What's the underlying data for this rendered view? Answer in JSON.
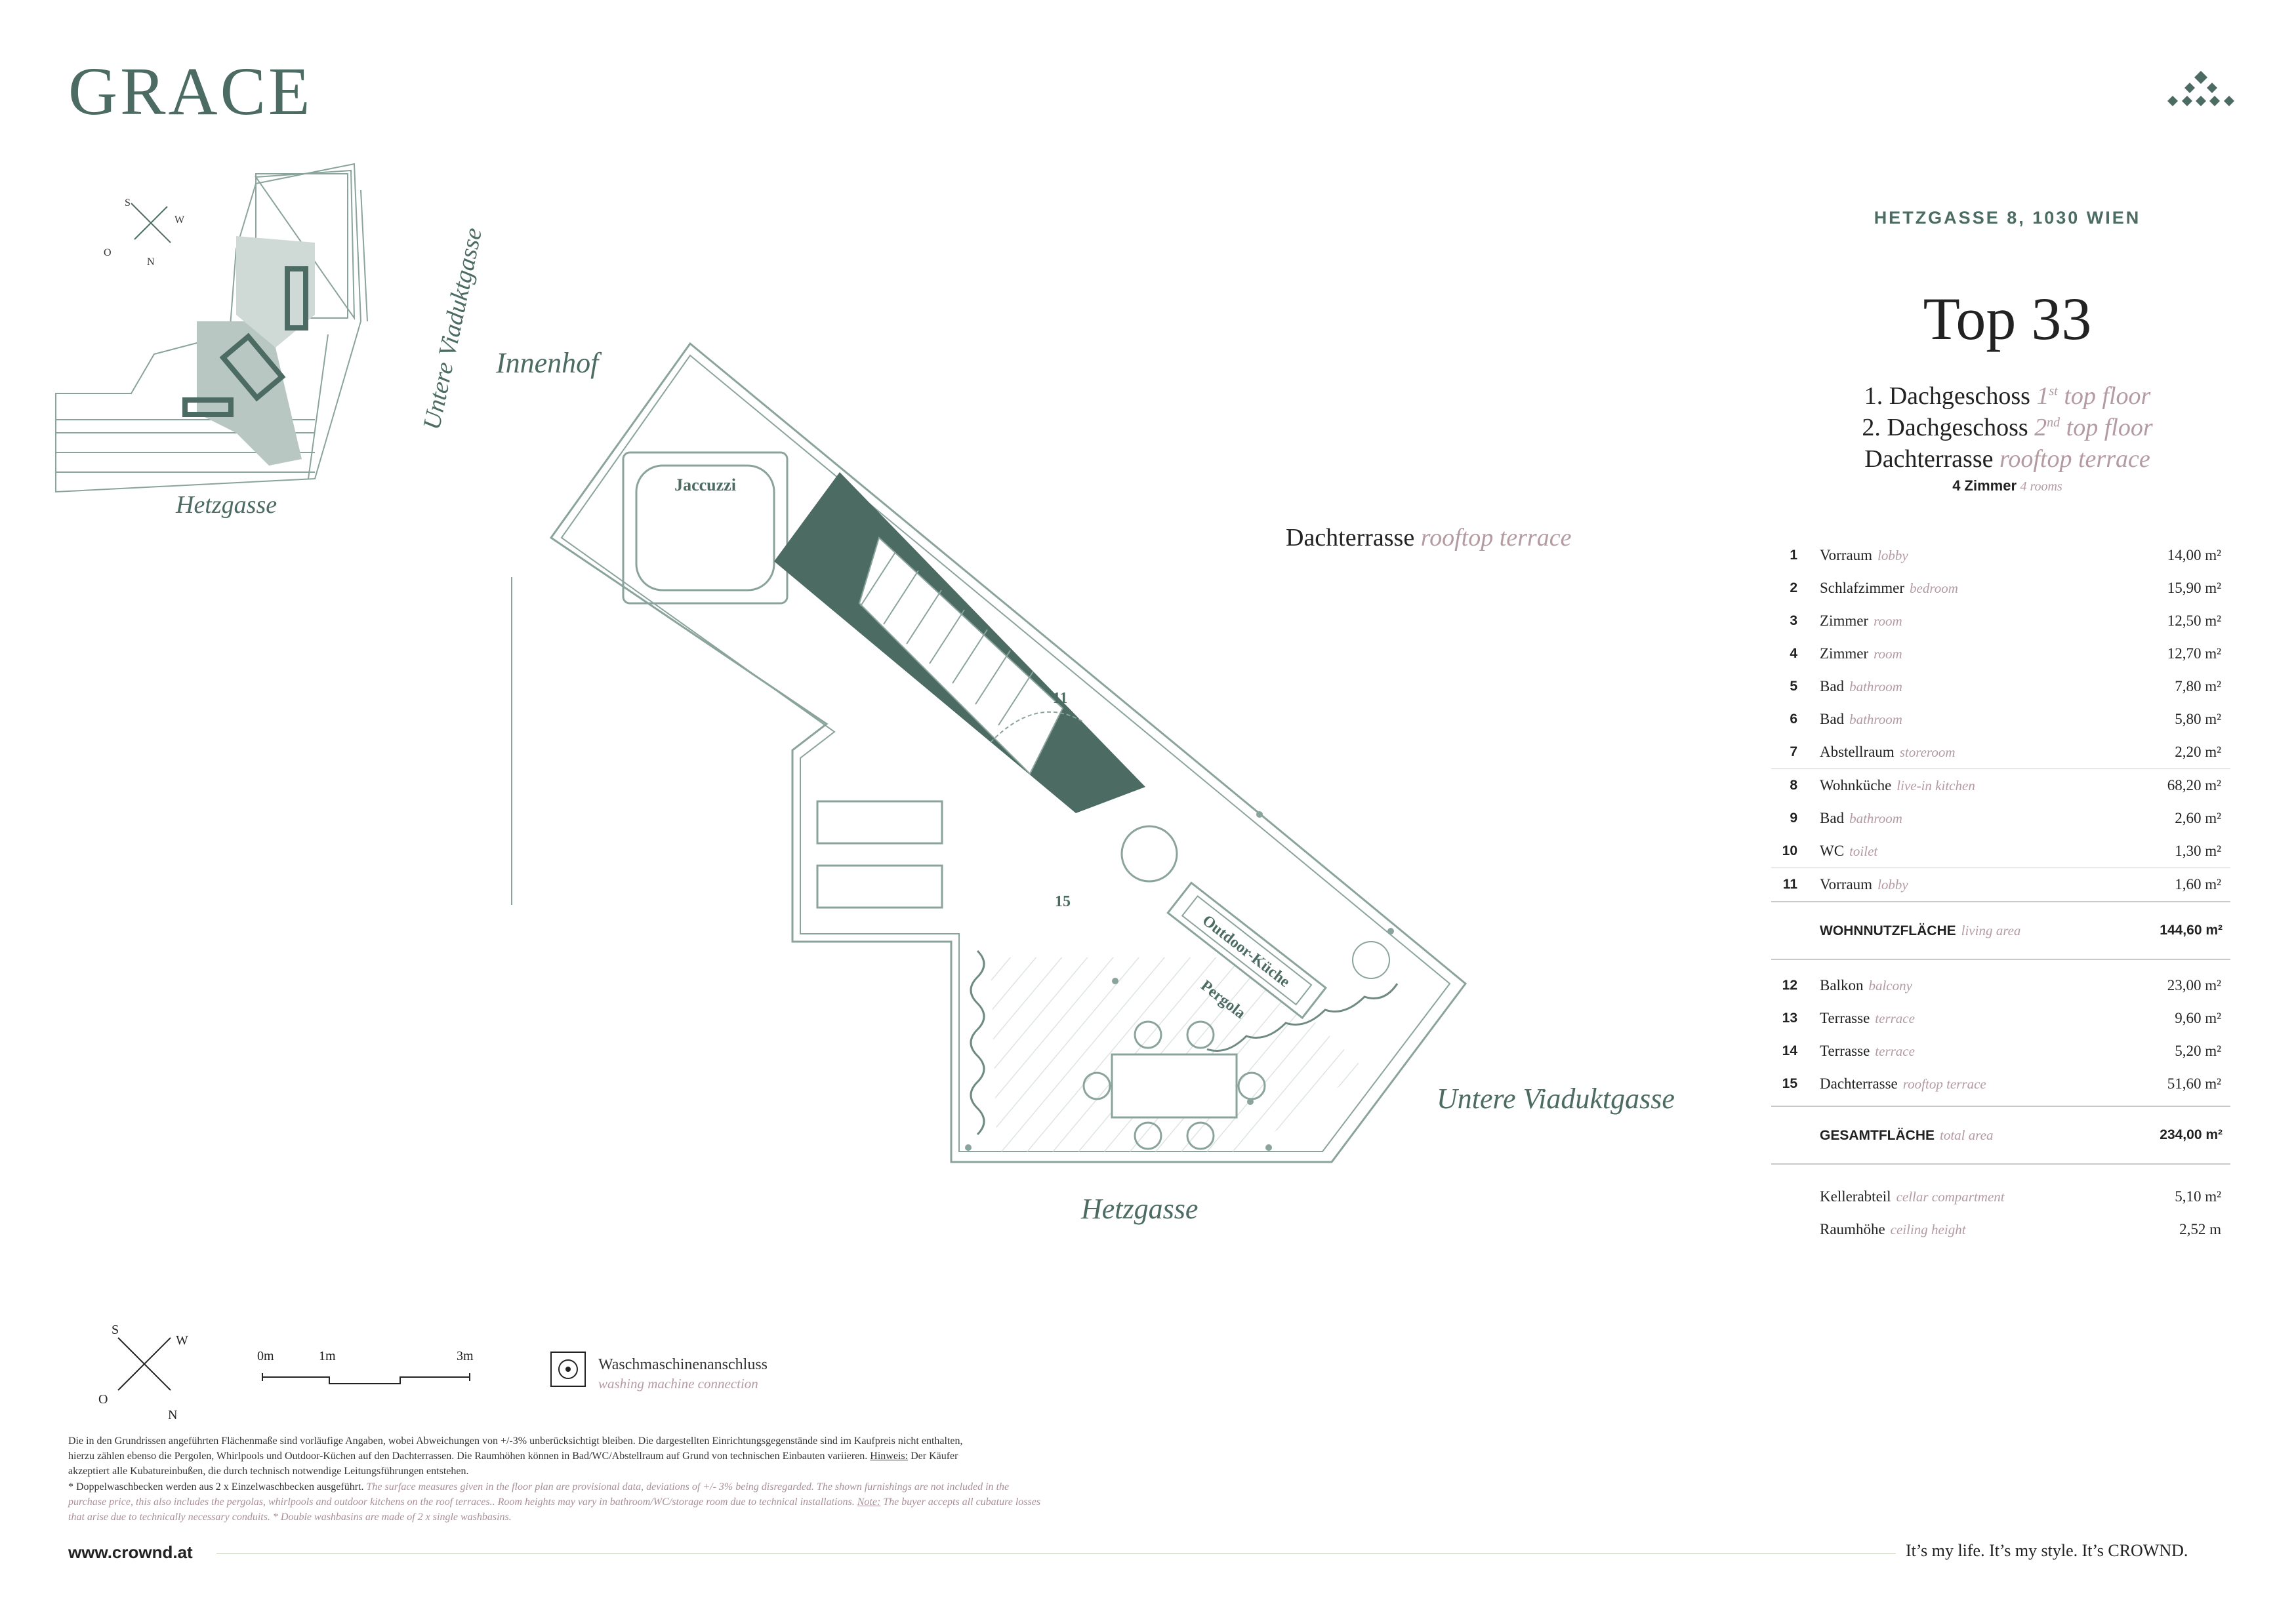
{
  "brand": {
    "name": "GRACE"
  },
  "header": {
    "address": "HETZGASSE 8, 1030 WIEN",
    "unit": "Top 33",
    "floors": [
      {
        "de": "1. Dachgeschoss",
        "en_sup": "st",
        "en_pre": "1",
        "en_post": " top floor"
      },
      {
        "de": "2. Dachgeschoss",
        "en_sup": "nd",
        "en_pre": "2",
        "en_post": " top floor"
      },
      {
        "de": "Dachterrasse",
        "en_full": "rooftop terrace"
      }
    ],
    "rooms_de": "4 Zimmer",
    "rooms_en": "4 rooms"
  },
  "rooms": [
    {
      "num": "1",
      "de": "Vorraum",
      "en": "lobby",
      "area": "14,00 m²"
    },
    {
      "num": "2",
      "de": "Schlafzimmer",
      "en": "bedroom",
      "area": "15,90 m²"
    },
    {
      "num": "3",
      "de": "Zimmer",
      "en": "room",
      "area": "12,50 m²"
    },
    {
      "num": "4",
      "de": "Zimmer",
      "en": "room",
      "area": "12,70 m²"
    },
    {
      "num": "5",
      "de": "Bad",
      "en": "bathroom",
      "area": "7,80 m²"
    },
    {
      "num": "6",
      "de": "Bad",
      "en": "bathroom",
      "area": "5,80 m²"
    },
    {
      "num": "7",
      "de": "Abstellraum",
      "en": "storeroom",
      "area": "2,20 m²"
    },
    {
      "num": "8",
      "de": "Wohnküche",
      "en": "live-in kitchen",
      "area": "68,20 m²"
    },
    {
      "num": "9",
      "de": "Bad",
      "en": "bathroom",
      "area": "2,60 m²"
    },
    {
      "num": "10",
      "de": "WC",
      "en": "toilet",
      "area": "1,30 m²"
    },
    {
      "num": "11",
      "de": "Vorraum",
      "en": "lobby",
      "area": "1,60 m²"
    }
  ],
  "living_area": {
    "de": "WOHNNUTZFLÄCHE",
    "en": "living area",
    "value": "144,60 m²"
  },
  "outdoor": [
    {
      "num": "12",
      "de": "Balkon",
      "en": "balcony",
      "area": "23,00 m²"
    },
    {
      "num": "13",
      "de": "Terrasse",
      "en": "terrace",
      "area": "9,60 m²"
    },
    {
      "num": "14",
      "de": "Terrasse",
      "en": "terrace",
      "area": "5,20 m²"
    },
    {
      "num": "15",
      "de": "Dachterrasse",
      "en": "rooftop terrace",
      "area": "51,60 m²"
    }
  ],
  "total_area": {
    "de": "GESAMTFLÄCHE",
    "en": "total area",
    "value": "234,00 m²"
  },
  "extras": [
    {
      "de": "Kellerabteil",
      "en": "cellar compartment",
      "value": "5,10 m²"
    },
    {
      "de": "Raumhöhe",
      "en": "ceiling height",
      "value": "2,52 m"
    }
  ],
  "plan": {
    "innenhof": "Innenhof",
    "hetzgasse": "Hetzgasse",
    "viadukt": "Untere Viaduktgasse",
    "dachterrasse_de": "Dachterrasse",
    "dachterrasse_en": "rooftop terrace",
    "jaccuzzi": "Jaccuzzi",
    "room_11": "11",
    "room_15": "15",
    "outdoor_kitchen": "Outdoor-Küche",
    "pergola": "Pergola"
  },
  "compass": {
    "s": "S",
    "w": "W",
    "o": "O",
    "n": "N"
  },
  "scale": {
    "m0": "0m",
    "m1": "1m",
    "m3": "3m"
  },
  "legend": {
    "wm_de": "Waschmaschinenanschluss",
    "wm_en": "washing machine connection"
  },
  "disclaimer": {
    "de1": "Die in den Grundrissen angeführten Flächenmaße sind vorläufige Angaben, wobei Abweichungen von +/-3% unberücksichtigt bleiben. Die dargestellten Einrichtungsgegenstände sind im Kaufpreis nicht enthalten,",
    "de2": "hierzu zählen ebenso die Pergolen, Whirlpools und Outdoor-Küchen auf den Dachterrassen. Die Raumhöhen können in Bad/WC/Abstellraum auf Grund von technischen Einbauten variieren.",
    "de2_hint": "Hinweis:",
    "de2_end": " Der Käufer",
    "de3": "akzeptiert alle Kubatureinbußen, die durch technisch notwendige Leitungsführungen entstehen.",
    "de4": "* Doppelwaschbecken werden aus 2 x Einzelwaschbecken ausgeführt.",
    "en4": " The surface measures given in the floor plan are provisional data, deviations of +/- 3% being disregarded. The shown furnishings are not included in the",
    "en5": "purchase price, this also includes the pergolas, whirlpools and outdoor kitchens on the roof terraces.. Room heights may vary in bathroom/WC/storage room due to technical installations.",
    "en5_note": "Note:",
    "en5_end": " The buyer accepts all cubature losses",
    "en6": "that arise due to technically necessary conduits.  * Double washbasins are made of 2 x single washbasins."
  },
  "footer": {
    "site": "www.crownd.at",
    "slogan": "It’s my life. It’s my style. It’s CROWND."
  },
  "colors": {
    "teal": "#4b6b63",
    "mauve": "#b49aa1",
    "line": "#8aa39c"
  }
}
